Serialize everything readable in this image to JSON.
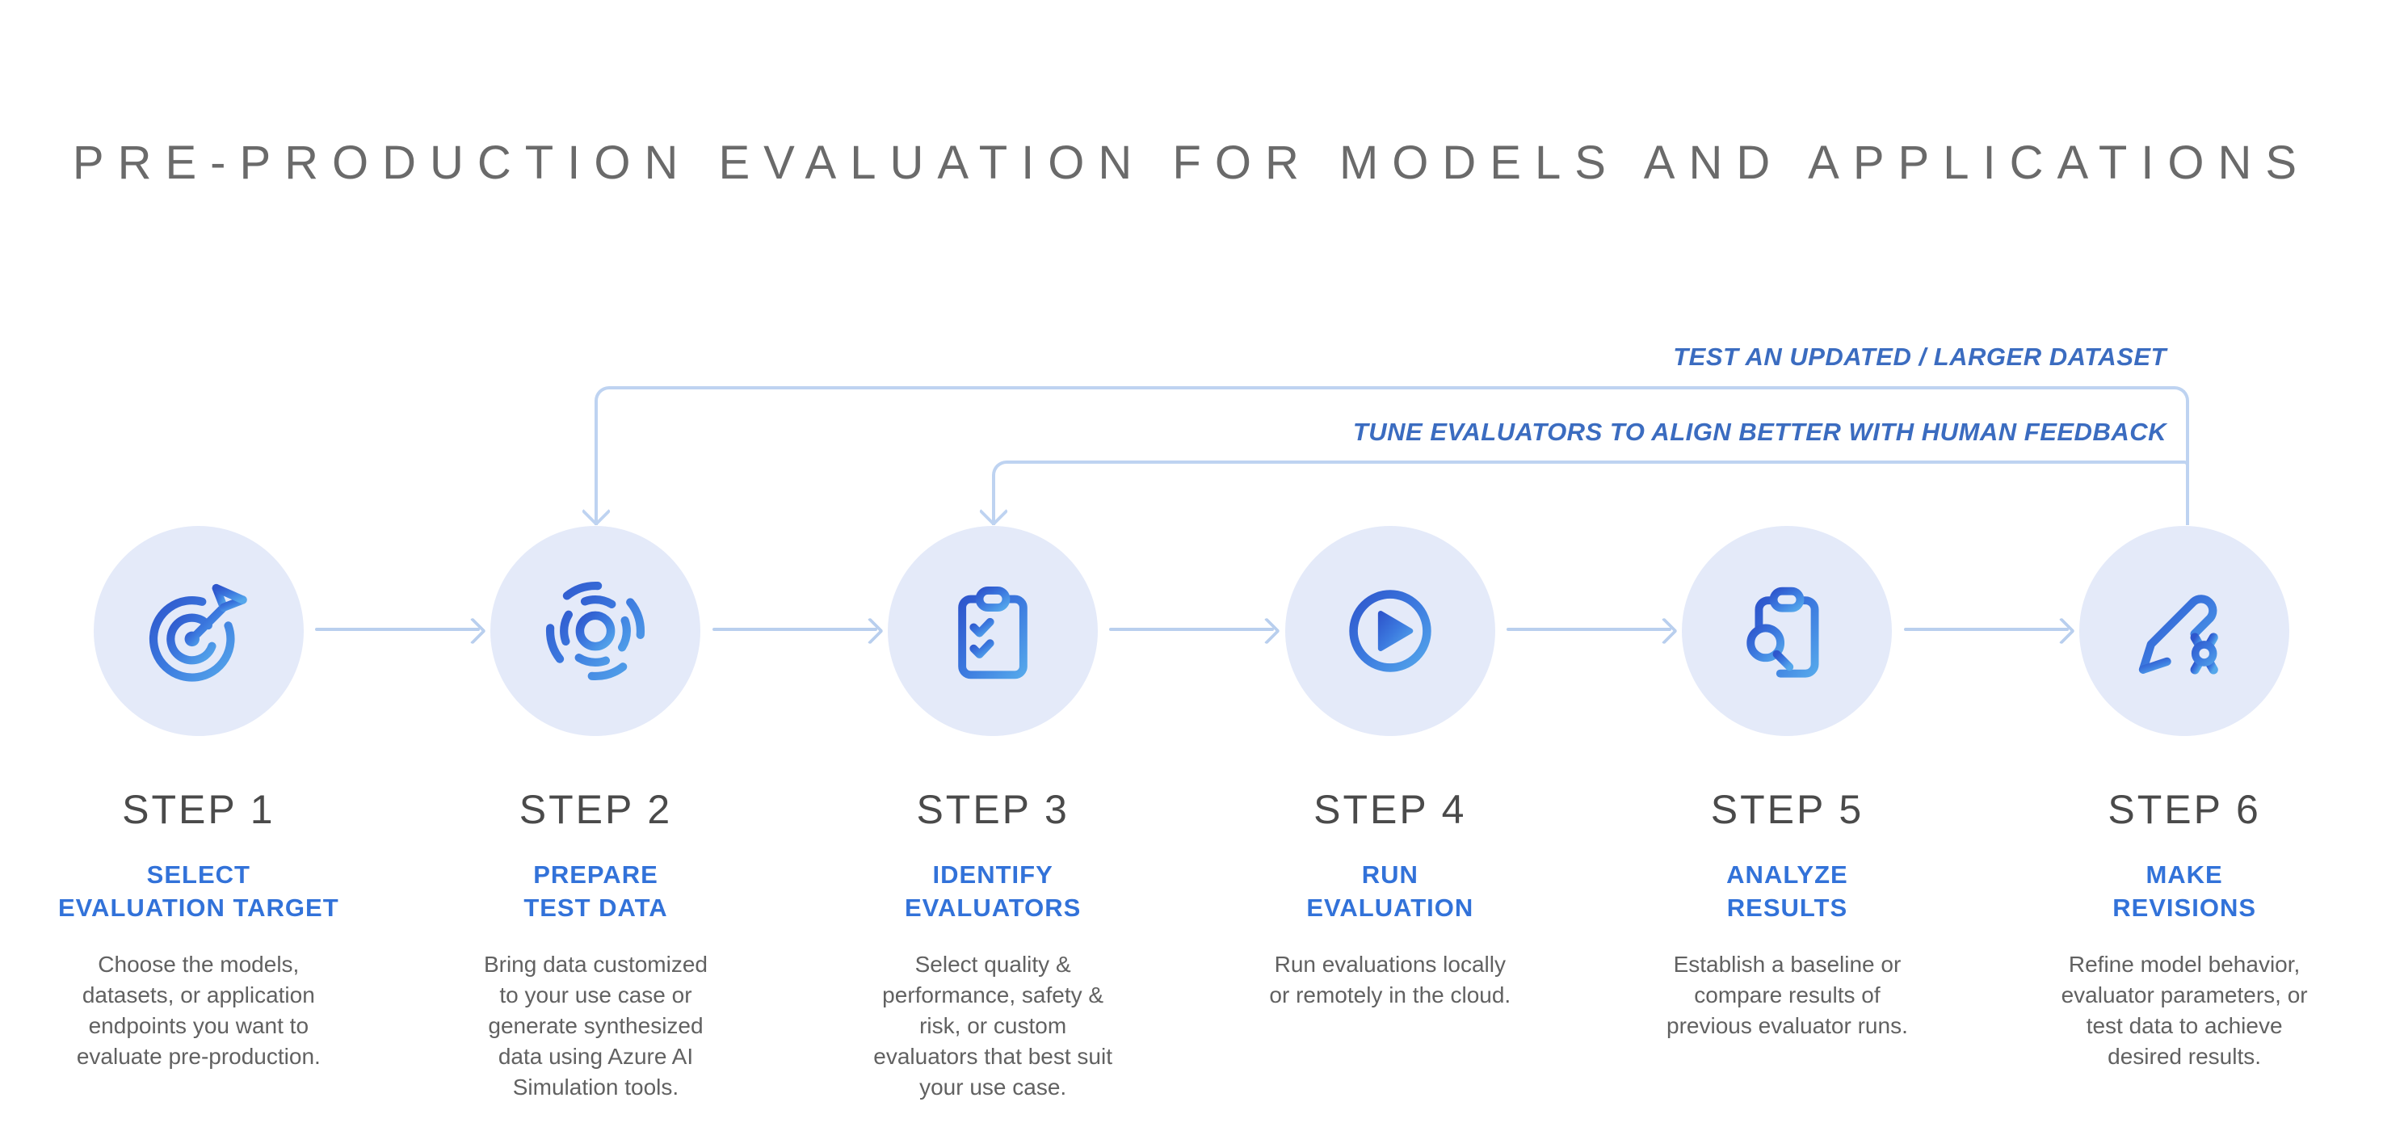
{
  "title": "PRE-PRODUCTION EVALUATION FOR MODELS AND APPLICATIONS",
  "feedback_loops": [
    {
      "label": "TEST AN UPDATED / LARGER DATASET",
      "from_step": "STEP 6",
      "to_step": "STEP 2"
    },
    {
      "label": "TUNE EVALUATORS TO ALIGN BETTER WITH HUMAN FEEDBACK",
      "from_step": "STEP 6",
      "to_step": "STEP 3"
    }
  ],
  "steps": [
    {
      "step_label": "STEP 1",
      "icon": "target-dart-icon",
      "subtitle": "SELECT\nEVALUATION TARGET",
      "description": "Choose the models,\ndatasets, or application\nendpoints you want to\nevaluate pre-production."
    },
    {
      "step_label": "STEP 2",
      "icon": "data-pulse-icon",
      "subtitle": "PREPARE\nTEST DATA",
      "description": "Bring data customized\nto your use case or\ngenerate synthesized\ndata using Azure AI\nSimulation tools."
    },
    {
      "step_label": "STEP 3",
      "icon": "checklist-clipboard-icon",
      "subtitle": "IDENTIFY\nEVALUATORS",
      "description": "Select quality &\nperformance, safety &\nrisk, or custom\nevaluators that best suit\nyour use case."
    },
    {
      "step_label": "STEP 4",
      "icon": "play-icon",
      "subtitle": "RUN\nEVALUATION",
      "description": "Run evaluations locally\nor remotely in the cloud."
    },
    {
      "step_label": "STEP 5",
      "icon": "search-clipboard-icon",
      "subtitle": "ANALYZE\nRESULTS",
      "description": "Establish a baseline or\ncompare results of\nprevious evaluator runs."
    },
    {
      "step_label": "STEP 6",
      "icon": "pencil-gear-icon",
      "subtitle": "MAKE\nREVISIONS",
      "description": "Refine model behavior,\nevaluator parameters, or\ntest data to achieve\ndesired results."
    }
  ],
  "colors": {
    "subtitle_blue": "#3272D9",
    "feedback_label_blue": "#3B6CC0",
    "line_blue": "#BED3F1",
    "circle_fill": "#E4EAF9",
    "icon_gradient_start": "#2E56CC",
    "icon_gradient_mid": "#3C7ADF",
    "icon_gradient_end": "#55A7EB",
    "title_gray": "#6A6A6A",
    "step_gray": "#4A4A4A",
    "description_gray": "#616161"
  }
}
